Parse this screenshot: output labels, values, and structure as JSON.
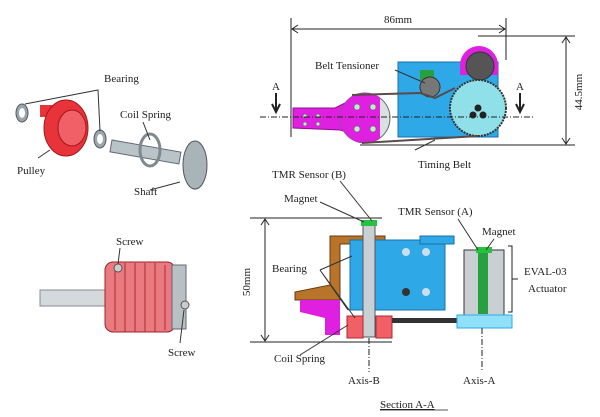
{
  "exploded_view": {
    "labels": {
      "bearing": "Bearing",
      "coil_spring": "Coil Spring",
      "pulley": "Pulley",
      "shaft": "Shaft"
    }
  },
  "assembled_view": {
    "labels": {
      "screw_top": "Screw",
      "screw_bottom": "Screw"
    }
  },
  "top_view": {
    "width_dim": "86mm",
    "height_dim": "44.5mm",
    "section_mark_left": "A",
    "section_mark_right": "A",
    "labels": {
      "belt_tensioner": "Belt Tensioner",
      "timing_belt": "Timing Belt"
    }
  },
  "section_view": {
    "height_dim": "50mm",
    "labels": {
      "tmr_sensor_b": "TMR Sensor (B)",
      "magnet_b": "Magnet",
      "tmr_sensor_a": "TMR Sensor (A)",
      "magnet_a": "Magnet",
      "bearing": "Bearing",
      "eval_line1": "EVAL-03",
      "eval_line2": "Actuator",
      "coil_spring": "Coil Spring",
      "axis_b": "Axis-B",
      "axis_a": "Axis-A"
    },
    "caption": "Section A-A"
  },
  "colors": {
    "pulley": "#e8333a",
    "bracket": "#e020e0",
    "motor": "#2fa8e8",
    "gear": "#8fe0e8",
    "brown": "#b8742a"
  }
}
